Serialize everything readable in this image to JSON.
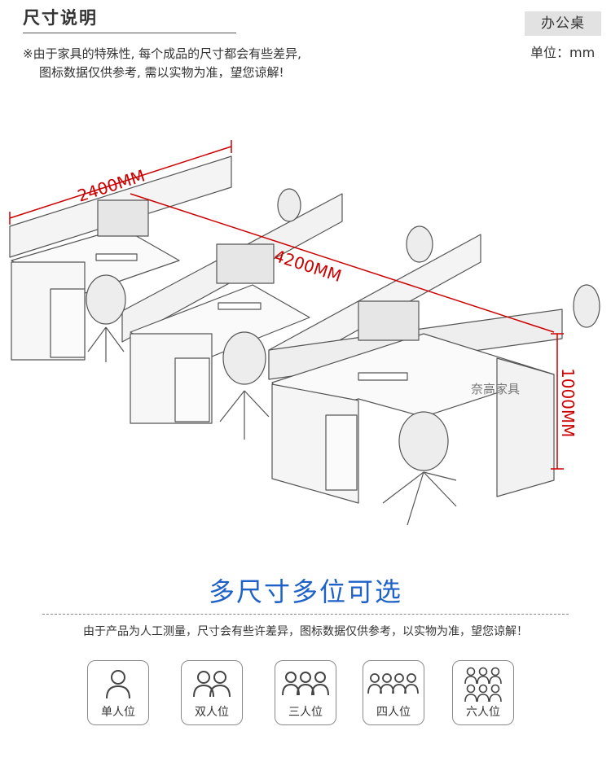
{
  "header": {
    "title": "尺寸说明",
    "note_line1": "※由于家具的特殊性, 每个成品的尺寸都会有些差异,",
    "note_line2": "图标数据仅供参考, 需以实物为准，望您谅解!",
    "category": "办公桌",
    "unit": "单位：mm"
  },
  "illustration": {
    "dimension_width": "2400MM",
    "dimension_length": "4200MM",
    "dimension_depth": "1000MM",
    "brand_mark": "奈高家具",
    "dimension_color": "#cc0000"
  },
  "options": {
    "slogan": "多尺寸多位可选",
    "slogan_color": "#1e62c8",
    "disclaimer": "由于产品为人工测量，尺寸会有些许差异，图标数据仅供参考，以实物为准，望您谅解！",
    "seats": [
      {
        "label": "单人位",
        "icon": "single-person-icon"
      },
      {
        "label": "双人位",
        "icon": "two-person-icon"
      },
      {
        "label": "三人位",
        "icon": "three-person-icon"
      },
      {
        "label": "四人位",
        "icon": "four-person-icon"
      },
      {
        "label": "六人位",
        "icon": "six-person-icon"
      }
    ]
  }
}
